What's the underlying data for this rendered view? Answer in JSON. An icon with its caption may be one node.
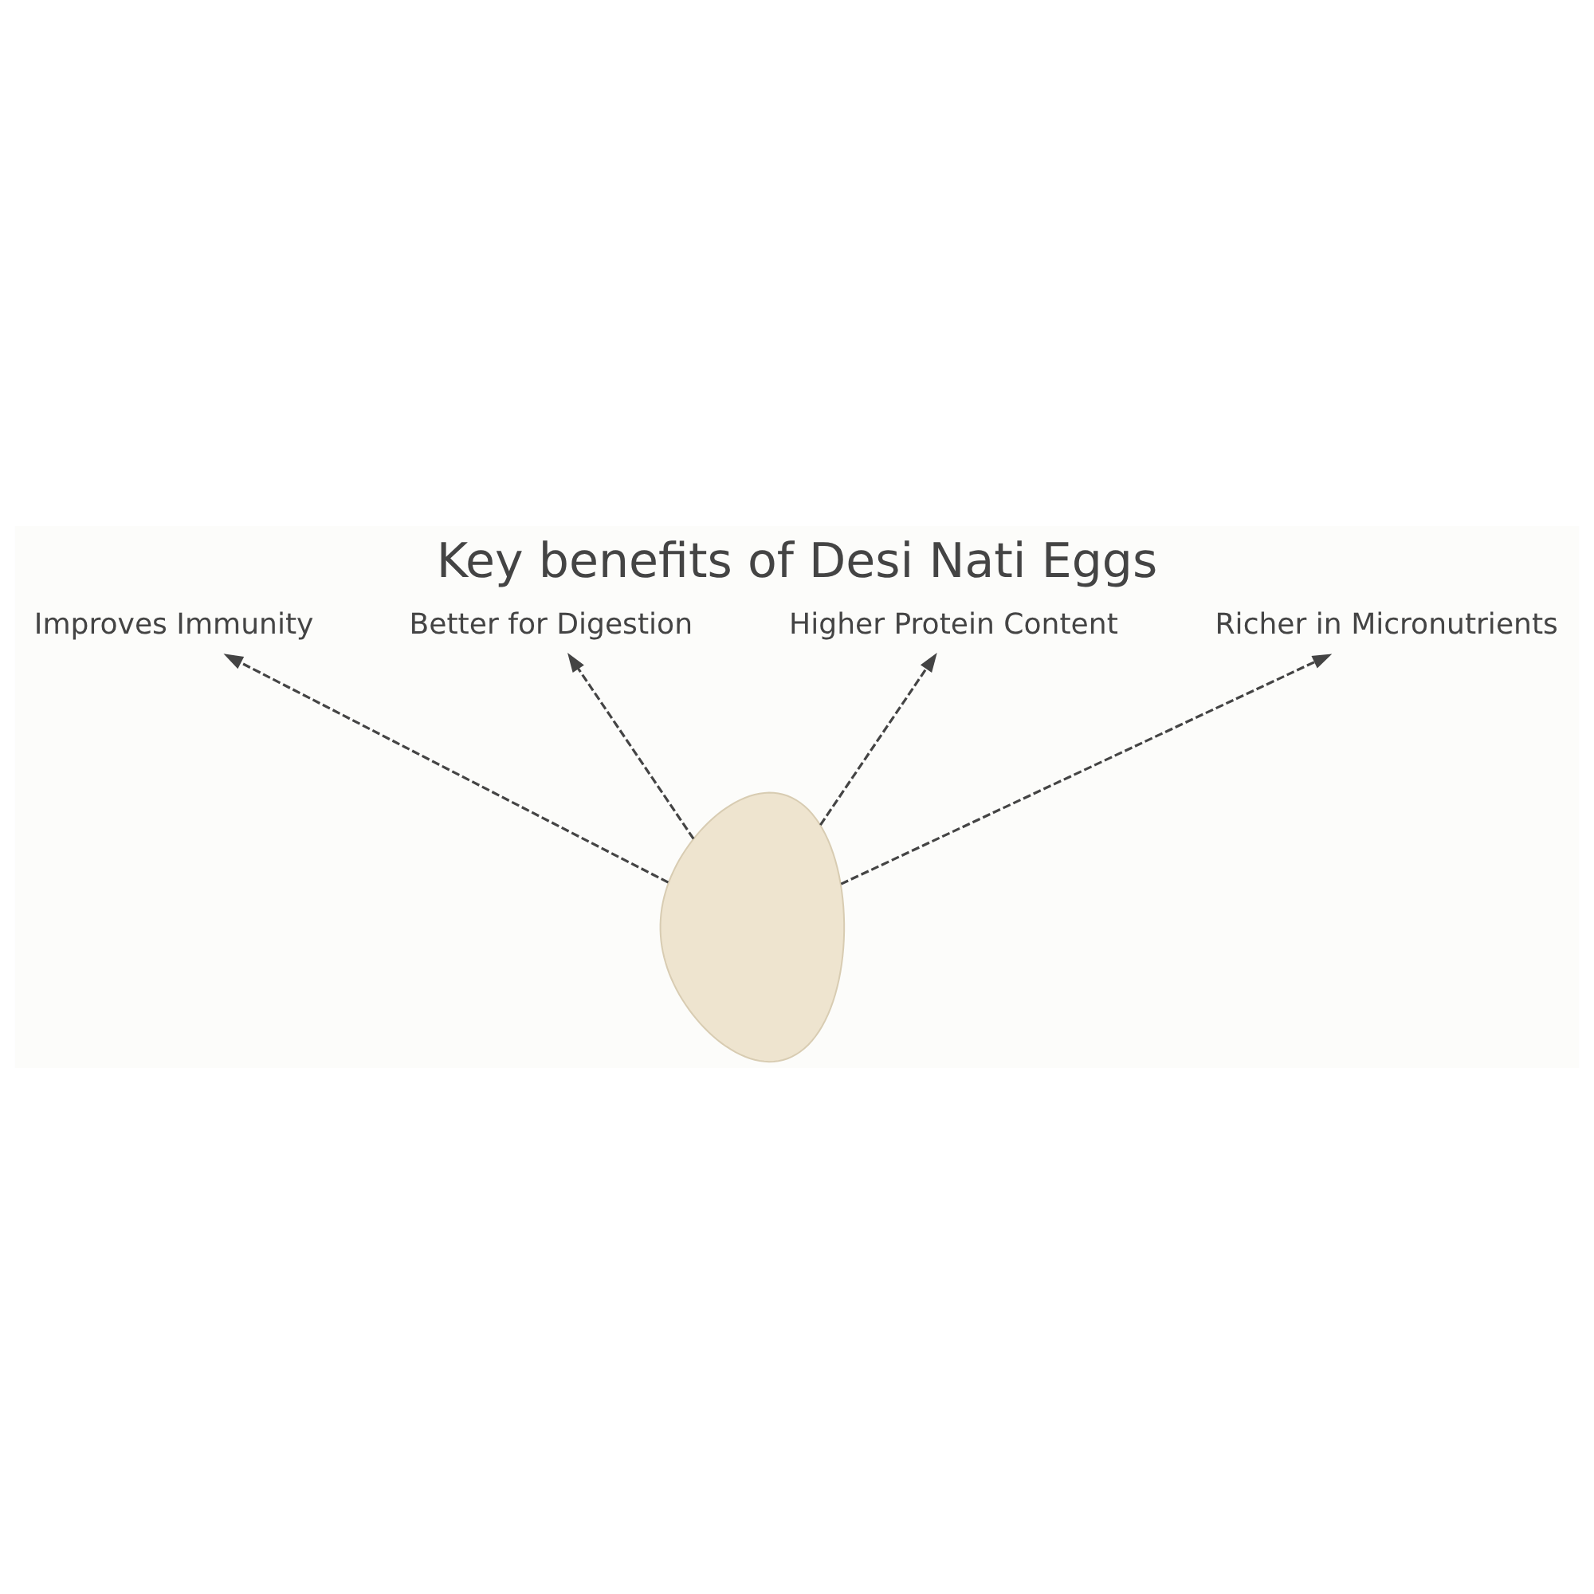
{
  "diagram": {
    "title": "Key benefits of Desi Nati Eggs",
    "nodes": [
      {
        "text": [
          "Better for Digestion"
        ]
      },
      {
        "text": [
          "Higher Protein Content"
        ]
      },
      {
        "text": [
          "Improves Immunity"
        ]
      },
      {
        "text": [
          "Richer in Micronutrients"
        ]
      },
      {
        "text": [],
        "shape": "egg"
      }
    ],
    "edges": [
      {
        "from": 4,
        "to": 2,
        "arrow": "to",
        "style": "dashed"
      },
      {
        "from": 4,
        "to": 0,
        "arrow": "to",
        "style": "dashed"
      },
      {
        "from": 4,
        "to": 1,
        "arrow": "to",
        "style": "dashed"
      },
      {
        "from": 4,
        "to": 3,
        "arrow": "to",
        "style": "dashed"
      }
    ]
  }
}
